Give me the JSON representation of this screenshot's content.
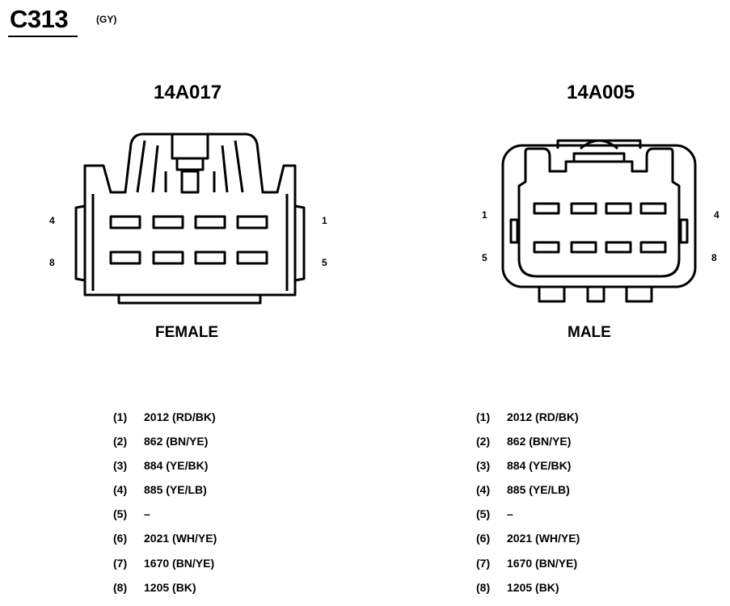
{
  "header": {
    "connector_id": "C313",
    "color_code": "(GY)"
  },
  "female": {
    "part_number": "14A017",
    "label": "FEMALE",
    "pin_labels": {
      "top_left": "4",
      "bottom_left": "8",
      "top_right": "1",
      "bottom_right": "5"
    },
    "circuits": [
      {
        "pin": "(1)",
        "circuit": "2012 (RD/BK)"
      },
      {
        "pin": "(2)",
        "circuit": "862 (BN/YE)"
      },
      {
        "pin": "(3)",
        "circuit": "884 (YE/BK)"
      },
      {
        "pin": "(4)",
        "circuit": "885 (YE/LB)"
      },
      {
        "pin": "(5)",
        "circuit": "–"
      },
      {
        "pin": "(6)",
        "circuit": "2021 (WH/YE)"
      },
      {
        "pin": "(7)",
        "circuit": "1670 (BN/YE)"
      },
      {
        "pin": "(8)",
        "circuit": "1205 (BK)"
      }
    ]
  },
  "male": {
    "part_number": "14A005",
    "label": "MALE",
    "pin_labels": {
      "top_left": "1",
      "bottom_left": "5",
      "top_right": "4",
      "bottom_right": "8"
    },
    "circuits": [
      {
        "pin": "(1)",
        "circuit": "2012 (RD/BK)"
      },
      {
        "pin": "(2)",
        "circuit": "862 (BN/YE)"
      },
      {
        "pin": "(3)",
        "circuit": "884 (YE/BK)"
      },
      {
        "pin": "(4)",
        "circuit": "885 (YE/LB)"
      },
      {
        "pin": "(5)",
        "circuit": "–"
      },
      {
        "pin": "(6)",
        "circuit": "2021 (WH/YE)"
      },
      {
        "pin": "(7)",
        "circuit": "1670 (BN/YE)"
      },
      {
        "pin": "(8)",
        "circuit": "1205 (BK)"
      }
    ]
  }
}
